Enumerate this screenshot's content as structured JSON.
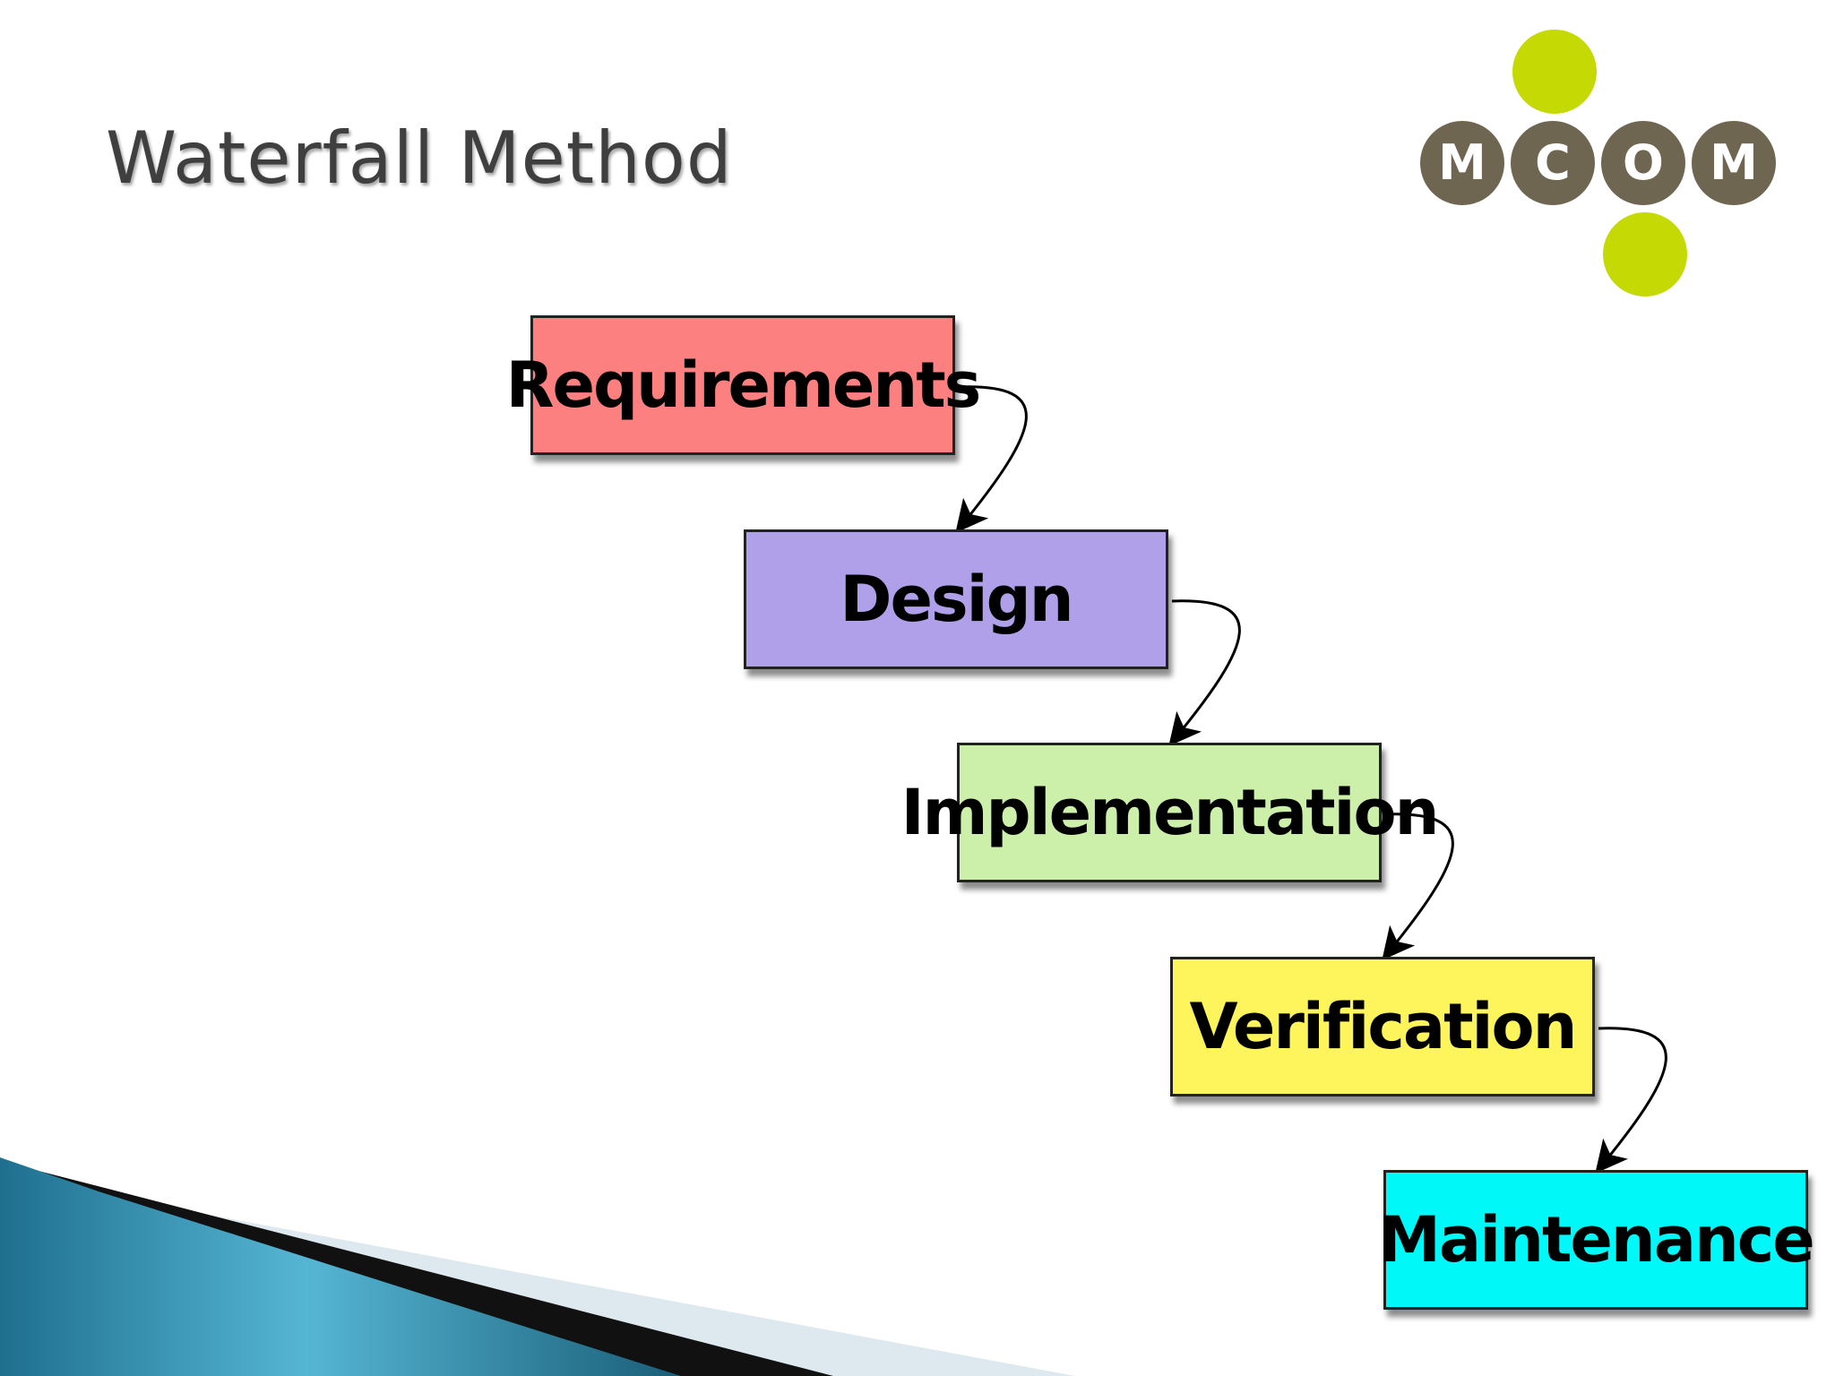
{
  "slide": {
    "title": "Waterfall Method"
  },
  "logo": {
    "letters": [
      "M",
      "C",
      "O",
      "M"
    ],
    "colors": {
      "dots": "#c5d904",
      "letters_bg": "#6f6652"
    }
  },
  "diagram": {
    "stages": [
      {
        "label": "Requirements",
        "color": "#fd8080"
      },
      {
        "label": "Design",
        "color": "#b0a0ea"
      },
      {
        "label": "Implementation",
        "color": "#ccefaa"
      },
      {
        "label": "Verification",
        "color": "#fdf55b"
      },
      {
        "label": "Maintenance",
        "color": "#00f8f8"
      }
    ]
  }
}
